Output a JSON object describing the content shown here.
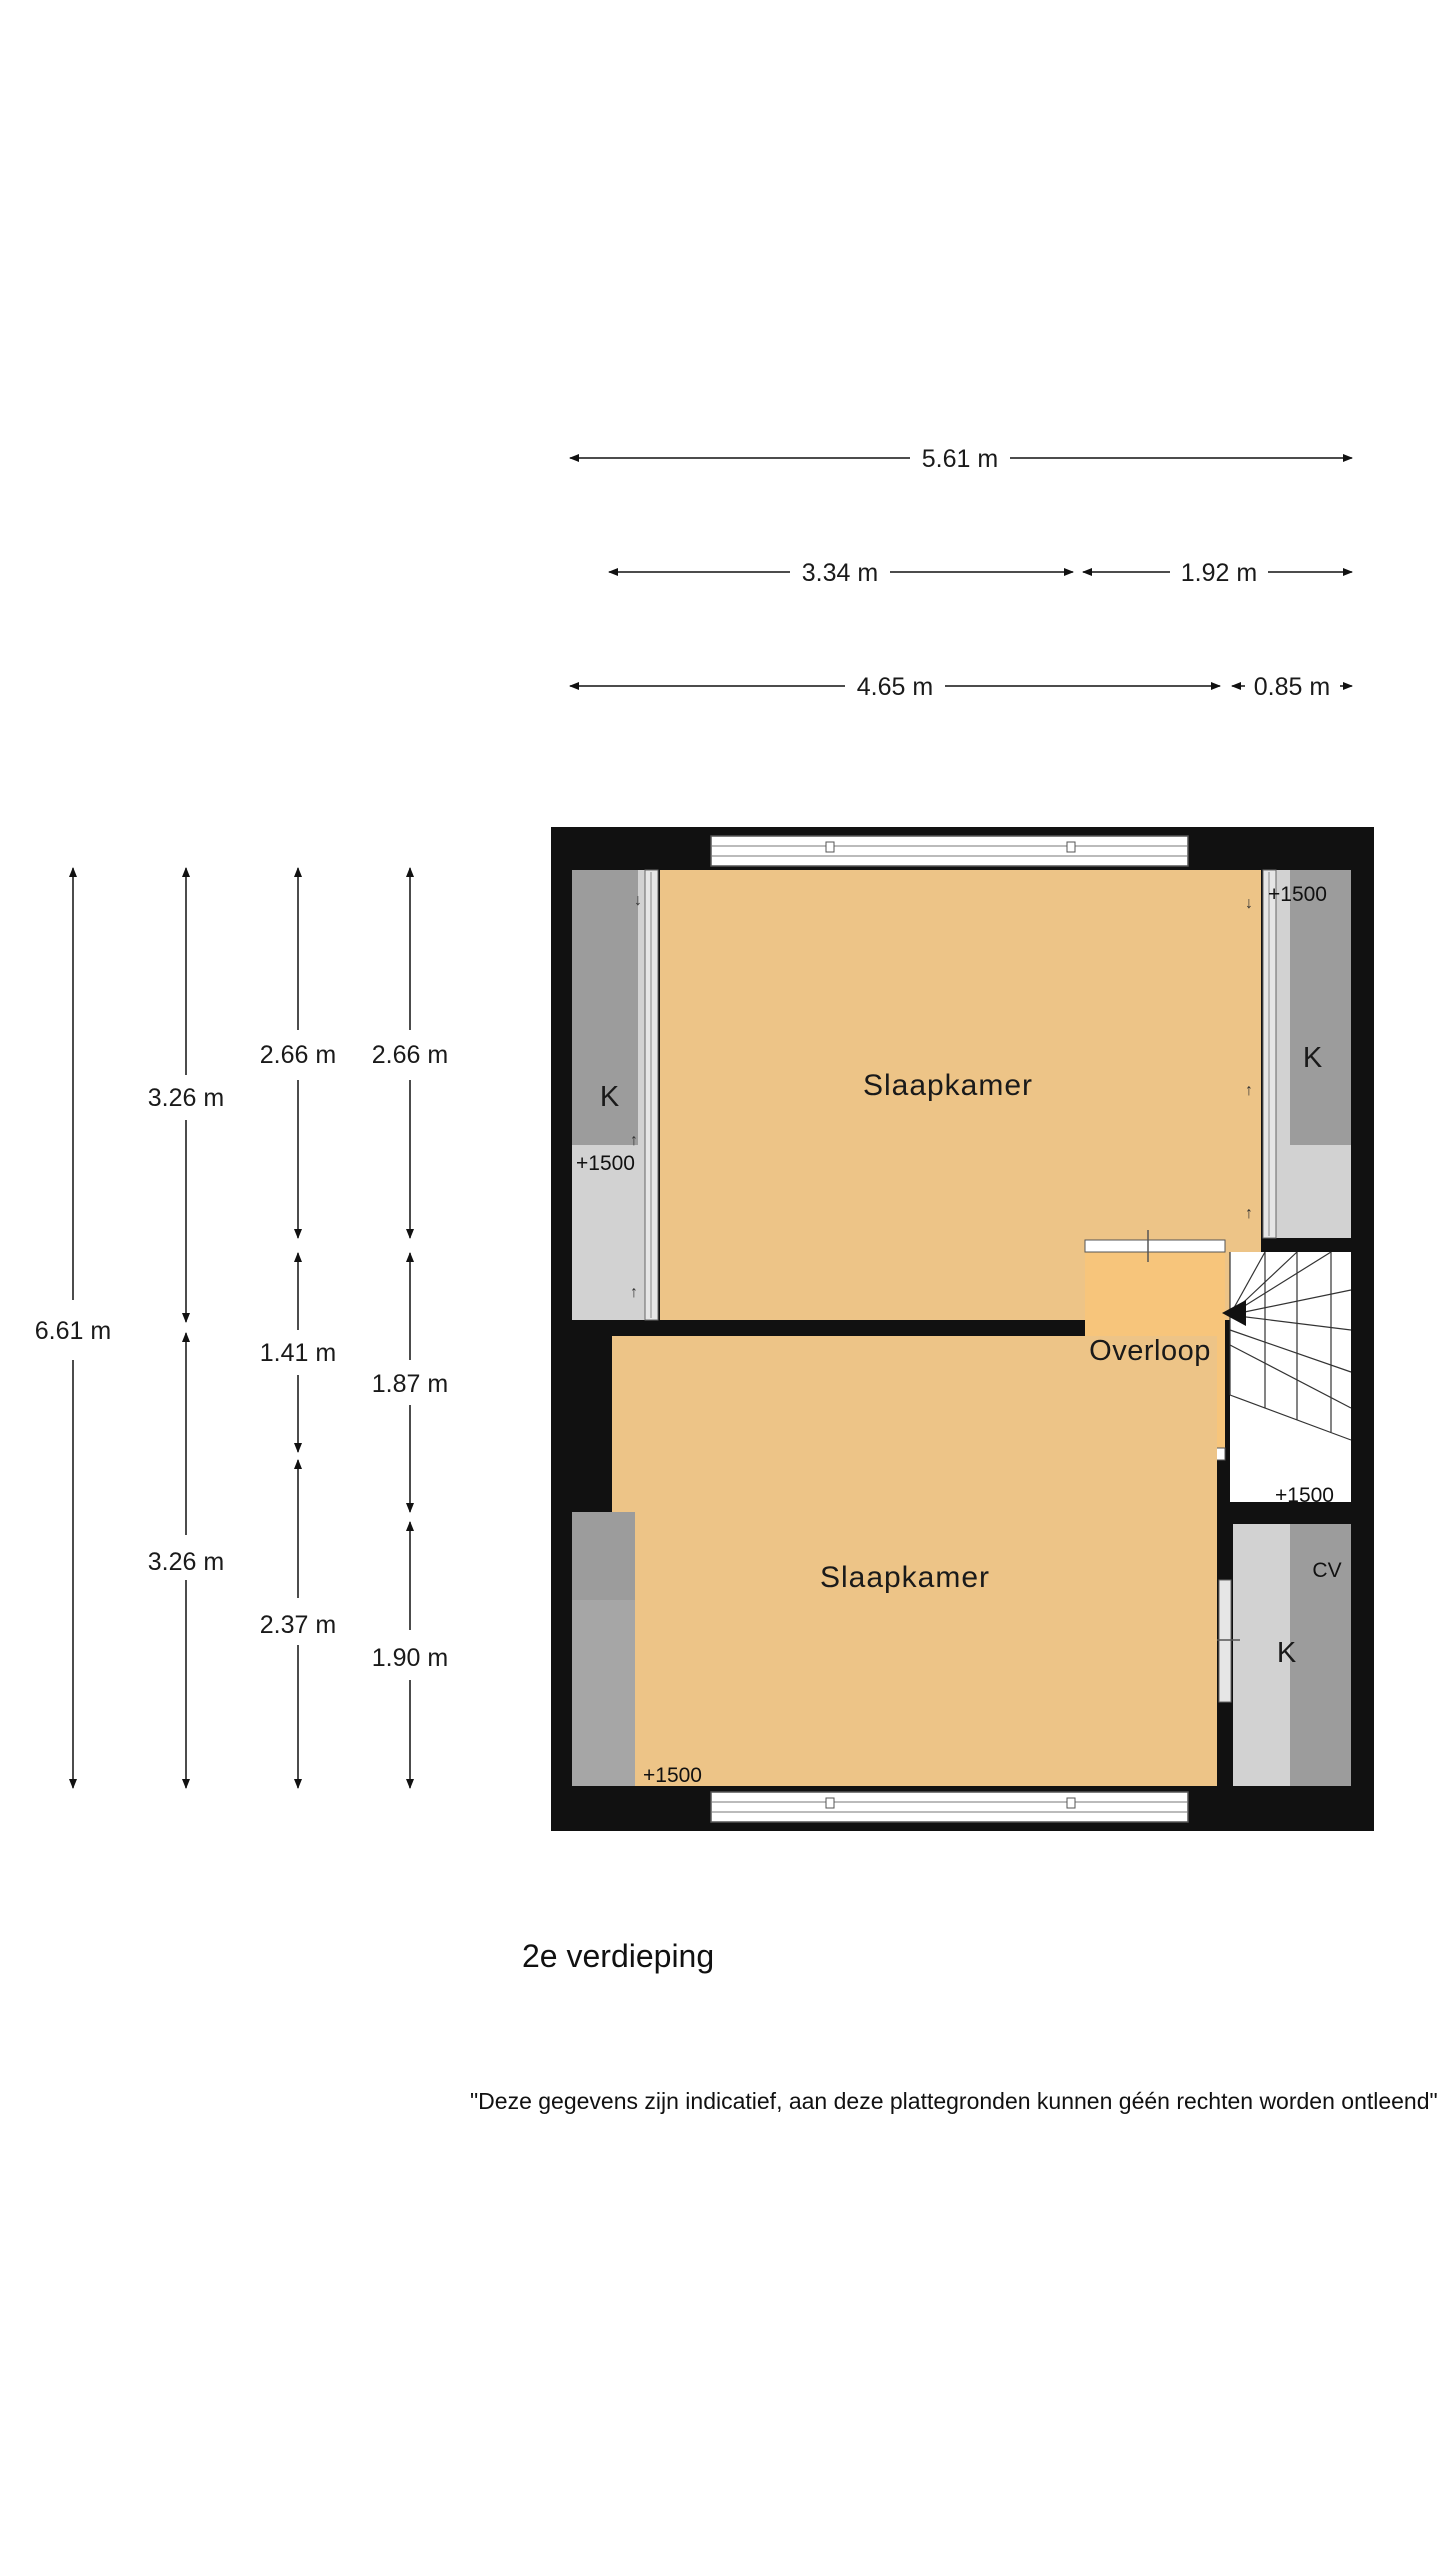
{
  "dimensions": {
    "horizontal": [
      "5.61 m",
      "3.34 m",
      "1.92 m",
      "4.65 m",
      "0.85 m"
    ],
    "vertical": [
      "6.61 m",
      "3.26 m",
      "3.26 m",
      "2.66 m",
      "1.41 m",
      "2.37 m",
      "2.66 m",
      "1.87 m",
      "1.90 m"
    ]
  },
  "rooms": {
    "bedroom_top": "Slaapkamer",
    "bedroom_bottom": "Slaapkamer",
    "landing": "Overloop",
    "closet_left": "K",
    "closet_right": "K",
    "closet_bottom": "K",
    "cv": "CV"
  },
  "heights": {
    "h1": "+1500",
    "h2": "+1500",
    "h3": "+1500",
    "h4": "+1500"
  },
  "colors": {
    "room_fill": "#EDC487",
    "landing_fill": "#F7C57B",
    "wall": "#111111",
    "closet_dark": "#9C9C9C",
    "closet_light": "#D2D2D2"
  },
  "caption": "2e verdieping",
  "disclaimer": "\"Deze gegevens zijn indicatief, aan deze plattegronden kunnen géén rechten worden ontleend\""
}
